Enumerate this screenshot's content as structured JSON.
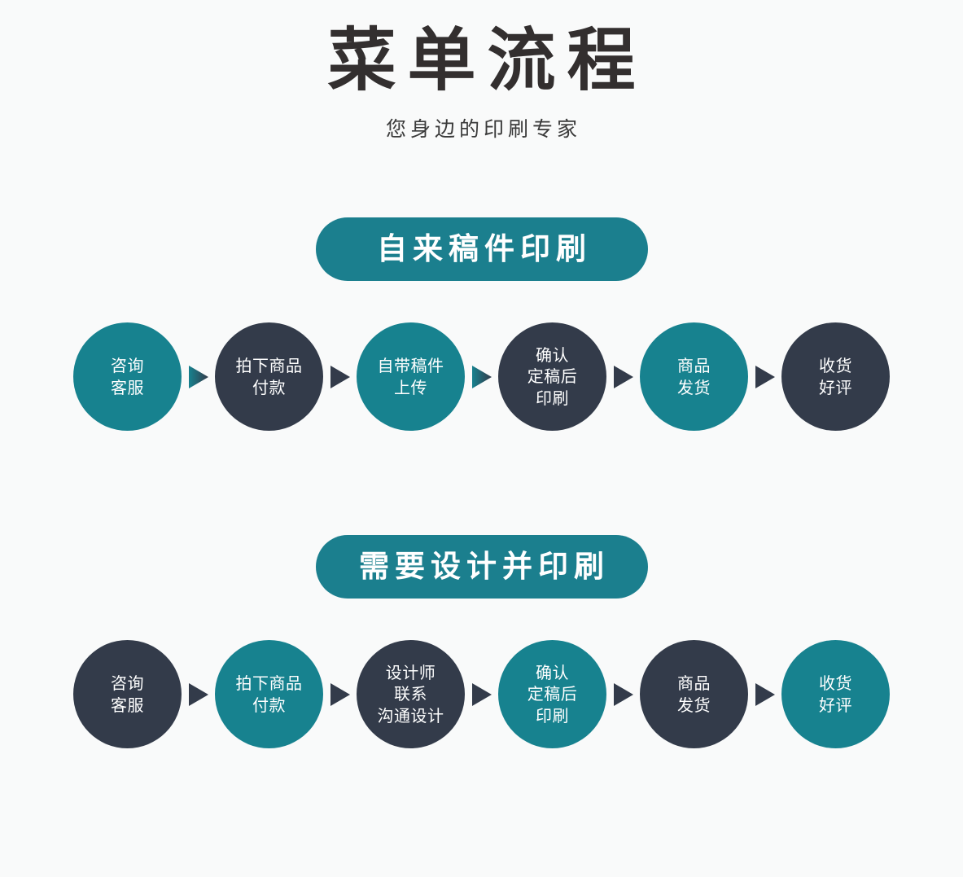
{
  "header": {
    "title": "菜单流程",
    "subtitle": "您身边的印刷专家"
  },
  "colors": {
    "background": "#f9fafa",
    "teal": "#17828f",
    "banner_teal": "#1b7f8e",
    "dark": "#333b4a",
    "title_text": "#332f2f",
    "node_text": "#ffffff"
  },
  "sections": [
    {
      "banner_label": "自来稿件印刷",
      "steps": [
        {
          "label": "咨询\n客服",
          "color": "teal",
          "arrow_after": "teal-dark"
        },
        {
          "label": "拍下商品\n付款",
          "color": "dark",
          "arrow_after": "dark"
        },
        {
          "label": "自带稿件\n上传",
          "color": "teal",
          "arrow_after": "teal-dark"
        },
        {
          "label": "确认\n定稿后\n印刷",
          "color": "dark",
          "arrow_after": "dark"
        },
        {
          "label": "商品\n发货",
          "color": "teal",
          "arrow_after": "dark"
        },
        {
          "label": "收货\n好评",
          "color": "dark",
          "arrow_after": null
        }
      ]
    },
    {
      "banner_label": "需要设计并印刷",
      "steps": [
        {
          "label": "咨询\n客服",
          "color": "dark",
          "arrow_after": "dark"
        },
        {
          "label": "拍下商品\n付款",
          "color": "teal",
          "arrow_after": "dark"
        },
        {
          "label": "设计师\n联系\n沟通设计",
          "color": "dark",
          "arrow_after": "dark"
        },
        {
          "label": "确认\n定稿后\n印刷",
          "color": "teal",
          "arrow_after": "dark"
        },
        {
          "label": "商品\n发货",
          "color": "dark",
          "arrow_after": "dark"
        },
        {
          "label": "收货\n好评",
          "color": "teal",
          "arrow_after": null
        }
      ]
    }
  ],
  "icons": {
    "arrow": "play-triangle-right-icon"
  }
}
